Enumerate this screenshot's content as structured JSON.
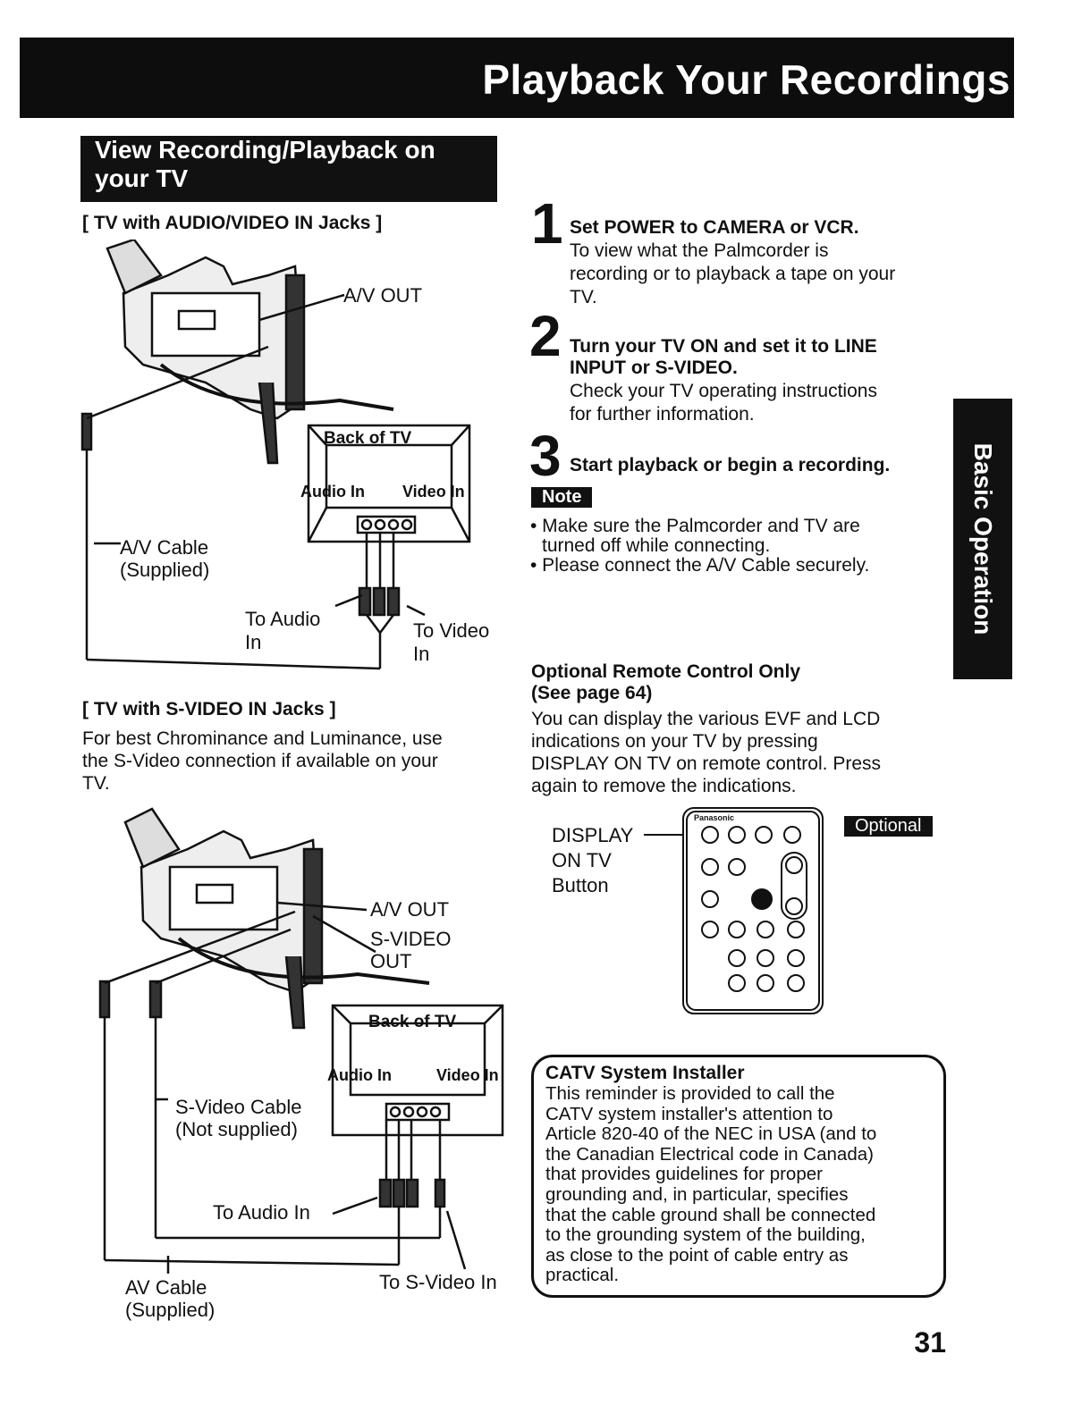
{
  "page_title": "Playback Your Recordings",
  "section_title": "View Recording/Playback on your TV",
  "side_tab": "Basic Operation",
  "left": {
    "av_heading": "[ TV with AUDIO/VIDEO IN Jacks ]",
    "diagram1": {
      "av_out": "A/V OUT",
      "back_of_tv": "Back of TV",
      "audio_in": "Audio In",
      "video_in": "Video In",
      "av_cable": "A/V Cable",
      "supplied": "(Supplied)",
      "to_audio": "To Audio",
      "to_audio_in": "In",
      "to_video": "To Video",
      "to_video_in": "In"
    },
    "svideo_heading": "[ TV with S-VIDEO IN Jacks ]",
    "svideo_text": [
      "For best Chrominance and Luminance, use",
      "the S-Video connection if available on your",
      "TV."
    ],
    "diagram2": {
      "av_out": "A/V OUT",
      "svideo_out_1": "S-VIDEO",
      "svideo_out_2": "OUT",
      "back_of_tv": "Back of TV",
      "audio_in": "Audio In",
      "video_in": "Video In",
      "svideo_cable": "S-Video Cable",
      "not_supplied": "(Not supplied)",
      "to_audio_in": "To Audio In",
      "av_cable": "AV Cable",
      "supplied": "(Supplied)",
      "to_svideo_in": "To S-Video In"
    }
  },
  "steps": [
    {
      "num": "1",
      "title": "Set POWER to CAMERA or VCR.",
      "text": [
        "To view what the Palmcorder is",
        "recording or to playback a tape on your",
        "TV."
      ]
    },
    {
      "num": "2",
      "title": [
        "Turn your TV ON and set it to LINE",
        "INPUT or S-VIDEO."
      ],
      "text": [
        "Check your TV operating instructions",
        "for further information."
      ]
    },
    {
      "num": "3",
      "title": "Start playback or begin a recording."
    }
  ],
  "note": {
    "label": "Note",
    "items": [
      [
        "• Make sure the Palmcorder and TV are",
        "turned off while connecting."
      ],
      [
        "• Please connect the A/V Cable securely."
      ]
    ]
  },
  "remote": {
    "heading_1": "Optional Remote Control Only",
    "heading_2": "(See page 64)",
    "text": [
      "You can display the various EVF and LCD",
      "indications on your TV by pressing",
      "DISPLAY ON TV on remote control. Press",
      "again to remove the indications."
    ],
    "label_1": "DISPLAY",
    "label_2": "ON TV",
    "label_3": "Button",
    "optional_badge": "Optional",
    "brand": "Panasonic"
  },
  "catv": {
    "title": "CATV System Installer",
    "lines": [
      "This reminder is provided to call the",
      "CATV system installer's attention to",
      "Article 820-40 of the NEC in USA (and to",
      "the Canadian Electrical code in Canada)",
      "that provides guidelines for proper",
      "grounding and, in particular, specifies",
      "that the cable ground shall be connected",
      "to the grounding system of the building,",
      "as close to the point of cable entry as",
      "practical."
    ]
  },
  "page_number": "31"
}
